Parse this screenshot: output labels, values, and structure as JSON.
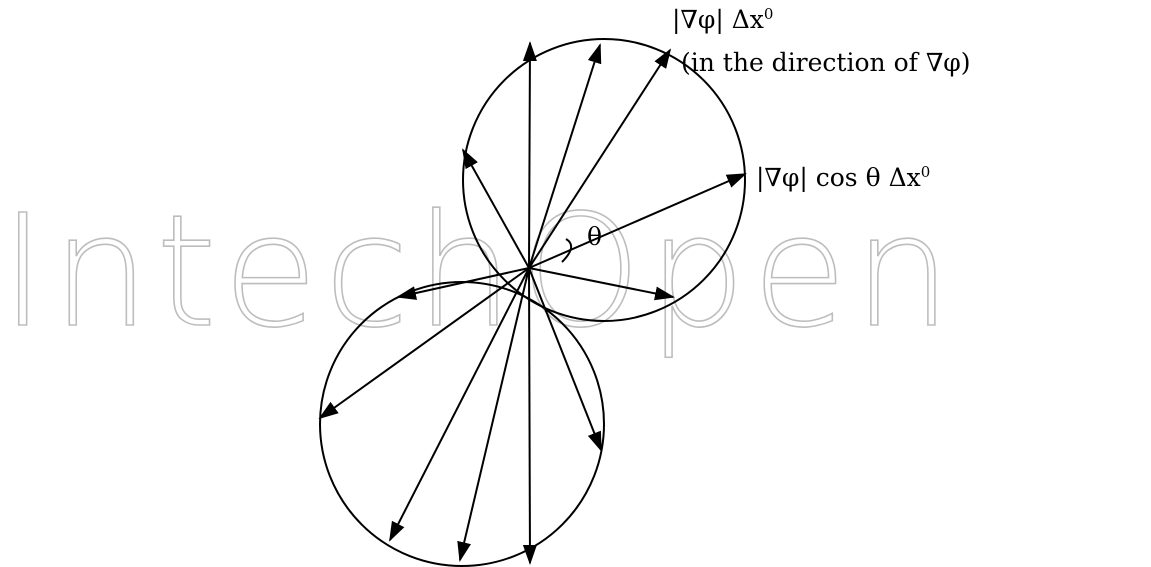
{
  "watermark": "IntechOpen",
  "labels": {
    "gradient_magnitude": "|∇φ| Δx",
    "gradient_superscript": "0",
    "gradient_direction": "(in the direction of ∇φ)",
    "projection": "|∇φ| cos θ Δx",
    "projection_superscript": "0",
    "angle": "θ"
  }
}
